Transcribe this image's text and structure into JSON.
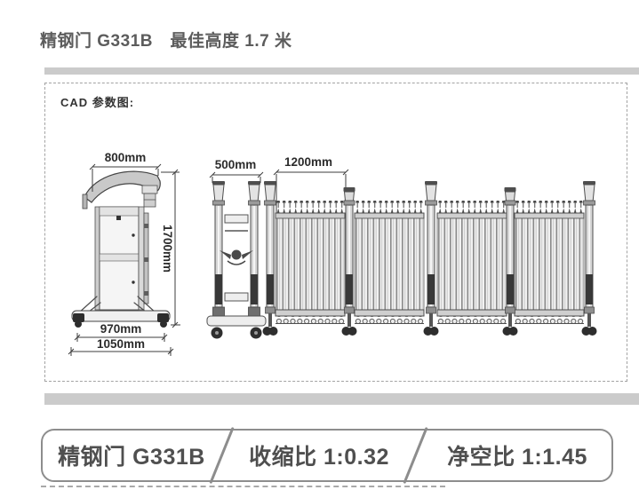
{
  "header": {
    "title": "精钢门 G331B　最佳高度 1.7 米"
  },
  "cad_panel": {
    "label": "CAD 参数图:",
    "dimensions": {
      "top_width": "800mm",
      "height": "1700mm",
      "base_inner": "970mm",
      "base_outer": "1050mm",
      "head_width": "500mm",
      "panel_width": "1200mm"
    }
  },
  "spec_bar": {
    "model": "精钢门 G331B",
    "shrink_ratio": "收缩比 1:0.32",
    "clearance_ratio": "净空比 1:1.45"
  },
  "colors": {
    "divider_gray": "#cbcbcb",
    "drawing_line": "#4e4e4e",
    "dashed_border": "#a3a3a3",
    "text_gray": "#4f4f4f"
  }
}
